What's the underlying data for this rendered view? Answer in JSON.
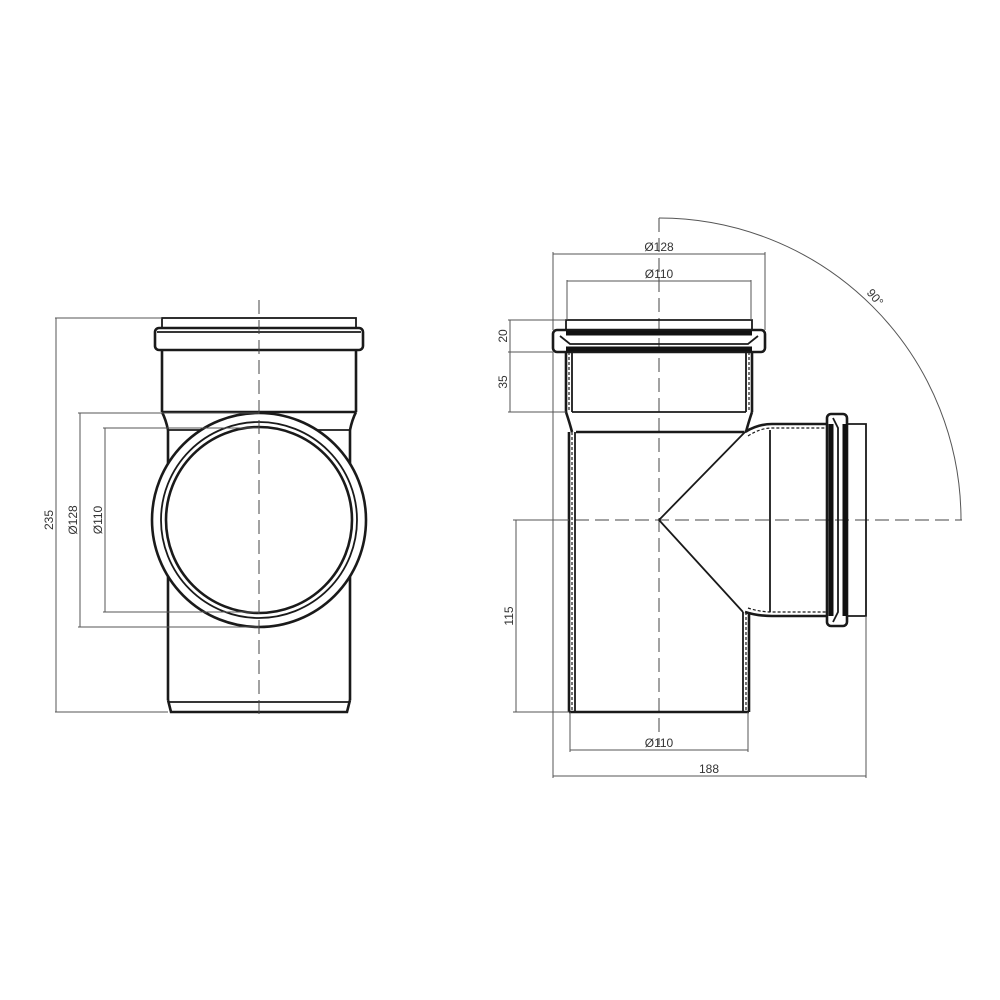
{
  "drawing": {
    "subject": "Pipe tee fitting 90° with socket",
    "line_color": "#1a1a1a",
    "dimension_color": "#555555",
    "background": "#ffffff"
  },
  "front_view": {
    "dimensions": {
      "overall_height": "235",
      "branch_outer_diameter": "Ø128",
      "branch_inner_diameter": "Ø110"
    }
  },
  "side_view": {
    "dimensions": {
      "socket_outer_diameter": "Ø128",
      "socket_inner_diameter": "Ø110",
      "socket_ring_height": "20",
      "socket_depth": "35",
      "branch_axis_height": "115",
      "spigot_diameter": "Ø110",
      "overall_width": "188",
      "branch_angle": "90°"
    }
  }
}
